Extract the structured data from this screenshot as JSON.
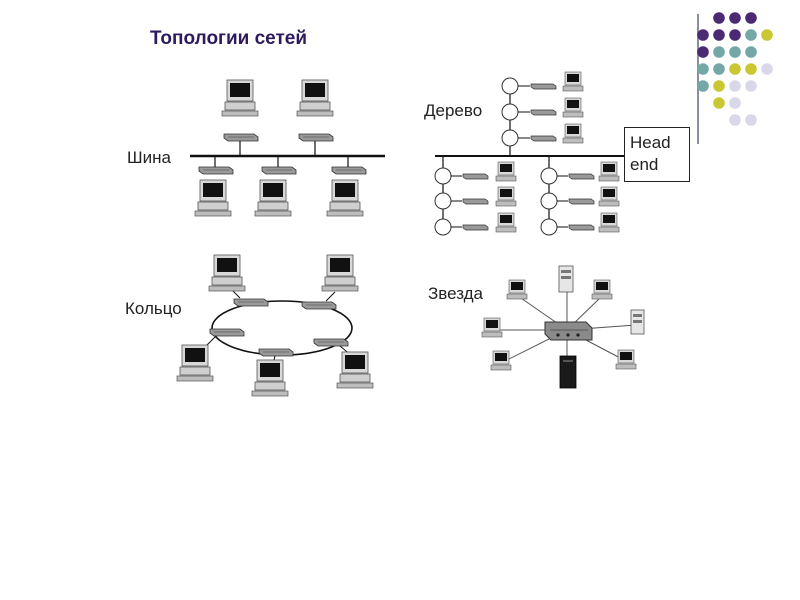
{
  "title": "Топологии сетей",
  "labels": {
    "bus": "Шина",
    "tree": "Дерево",
    "ring": "Кольцо",
    "star": "Звезда"
  },
  "head_end": {
    "line1": "Head",
    "line2": "end"
  },
  "decor_colors": {
    "purple": "#4b2a73",
    "teal": "#74a8a6",
    "olive": "#c9c832",
    "lavender": "#d9d7ea"
  }
}
